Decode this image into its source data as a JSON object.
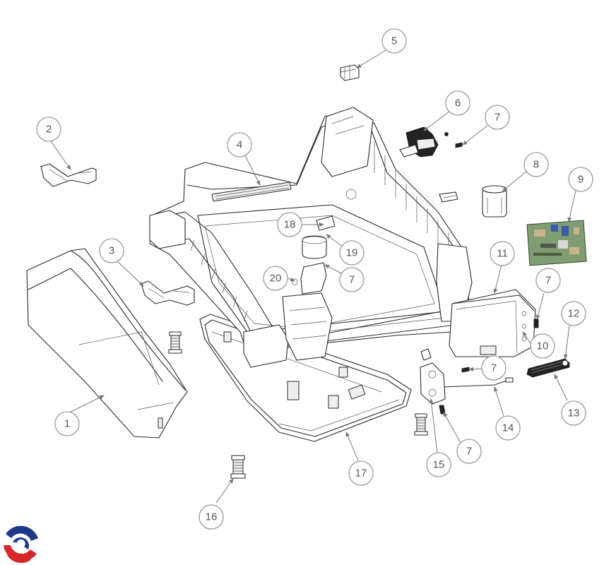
{
  "diagram": {
    "callouts": [
      {
        "id": "c1",
        "label": "1"
      },
      {
        "id": "c2",
        "label": "2"
      },
      {
        "id": "c3",
        "label": "3"
      },
      {
        "id": "c4",
        "label": "4"
      },
      {
        "id": "c5",
        "label": "5"
      },
      {
        "id": "c6",
        "label": "6"
      },
      {
        "id": "c7a",
        "label": "7"
      },
      {
        "id": "c8",
        "label": "8"
      },
      {
        "id": "c9",
        "label": "9"
      },
      {
        "id": "c18",
        "label": "18"
      },
      {
        "id": "c19",
        "label": "19"
      },
      {
        "id": "c20",
        "label": "20"
      },
      {
        "id": "c7b",
        "label": "7"
      },
      {
        "id": "c11",
        "label": "11"
      },
      {
        "id": "c7c",
        "label": "7"
      },
      {
        "id": "c12",
        "label": "12"
      },
      {
        "id": "c10",
        "label": "10"
      },
      {
        "id": "c7d",
        "label": "7"
      },
      {
        "id": "c13",
        "label": "13"
      },
      {
        "id": "c14",
        "label": "14"
      },
      {
        "id": "c7e",
        "label": "7"
      },
      {
        "id": "c15",
        "label": "15"
      },
      {
        "id": "c17",
        "label": "17"
      },
      {
        "id": "c16",
        "label": "16"
      }
    ]
  },
  "logo": {
    "icon": "brand-logo-icon",
    "colors": [
      "#1f3a8a",
      "#d62828"
    ]
  }
}
